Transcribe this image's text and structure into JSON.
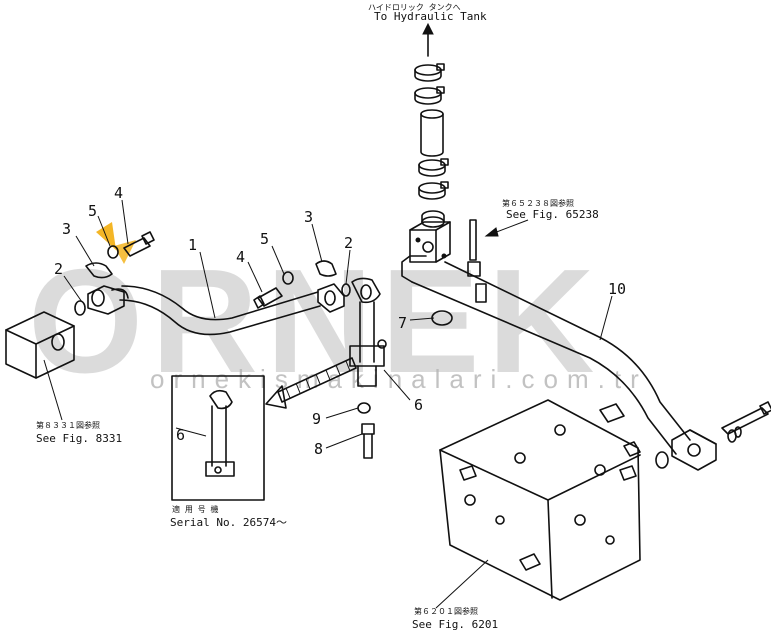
{
  "watermark": {
    "brand": "ORNEK",
    "url": "ornekismakinalari.com.tr",
    "accent_color": "#f2a900"
  },
  "references": {
    "tank_jp": "ハイドロリック タンクへ",
    "tank_en": "To Hydraulic Tank",
    "fig65238_jp": "第６５２３８図参照",
    "fig65238_en": "See Fig. 65238",
    "fig8331_jp": "第８３３１図参照",
    "fig8331_en": "See Fig. 8331",
    "fig6201_jp": "第６２０１図参照",
    "fig6201_en": "See Fig. 6201",
    "serial_jp": "適 用 号 機",
    "serial_en": "Serial No. 26574～"
  },
  "callouts": {
    "c1": "1",
    "c2a": "2",
    "c2b": "2",
    "c3a": "3",
    "c3b": "3",
    "c4a": "4",
    "c4b": "4",
    "c5a": "5",
    "c5b": "5",
    "c6a": "6",
    "c6b": "6",
    "c7": "7",
    "c8": "8",
    "c9": "9",
    "c10": "10"
  }
}
